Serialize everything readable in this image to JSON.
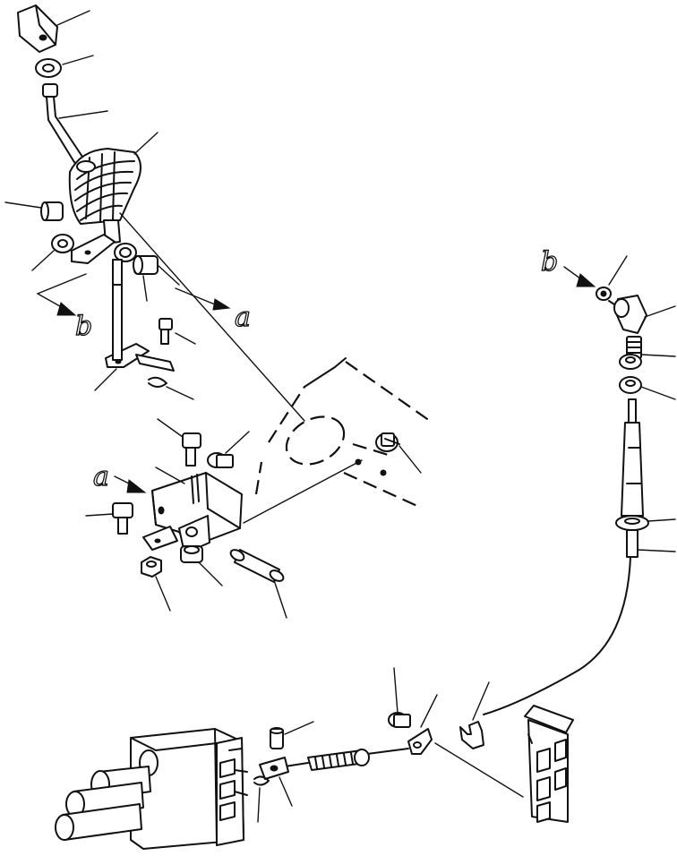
{
  "references": {
    "a_upper": "a",
    "a_lower": "a",
    "b_upper": "b",
    "b_right": "b"
  },
  "colors": {
    "ink": "#111111",
    "paper": "#ffffff"
  }
}
